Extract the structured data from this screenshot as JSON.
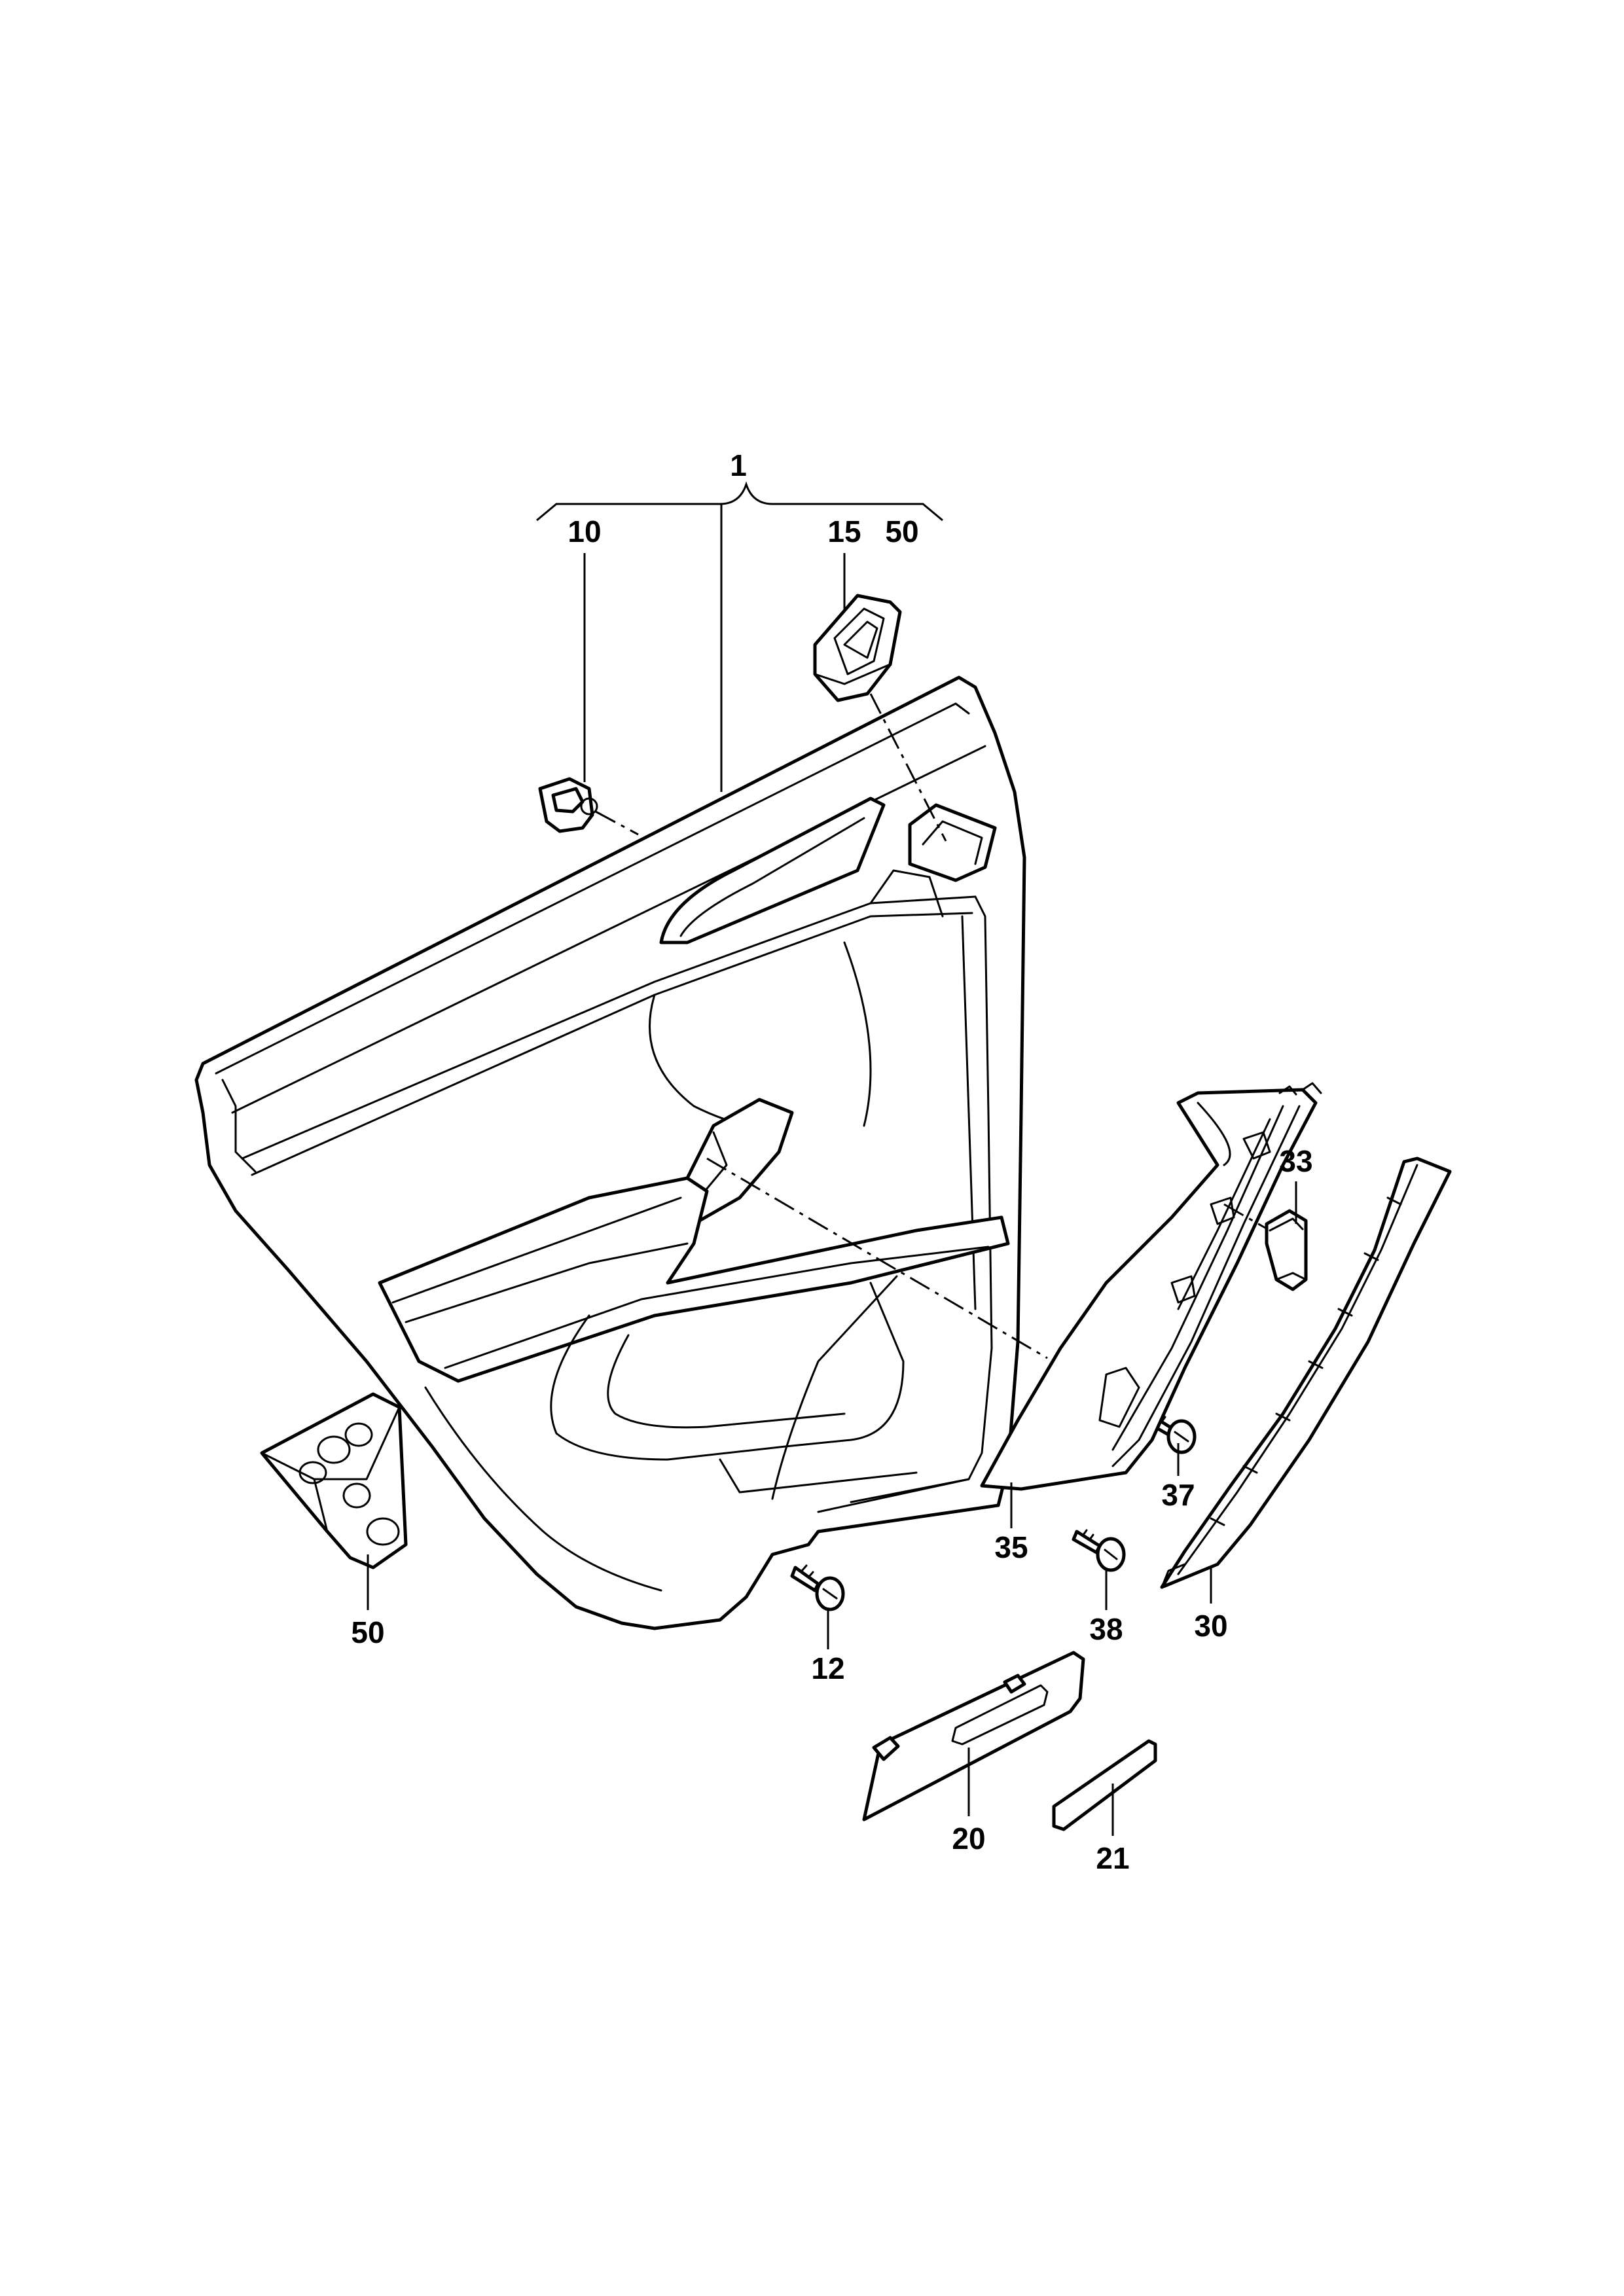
{
  "callouts": {
    "c1": "1",
    "c10": "10",
    "c15": "15",
    "c50_top": "50",
    "c33": "33",
    "c37": "37",
    "c35": "35",
    "c38": "38",
    "c30": "30",
    "c50": "50",
    "c12": "12",
    "c20": "20",
    "c21": "21"
  },
  "colors": {
    "line": "#000000",
    "background": "#ffffff"
  }
}
